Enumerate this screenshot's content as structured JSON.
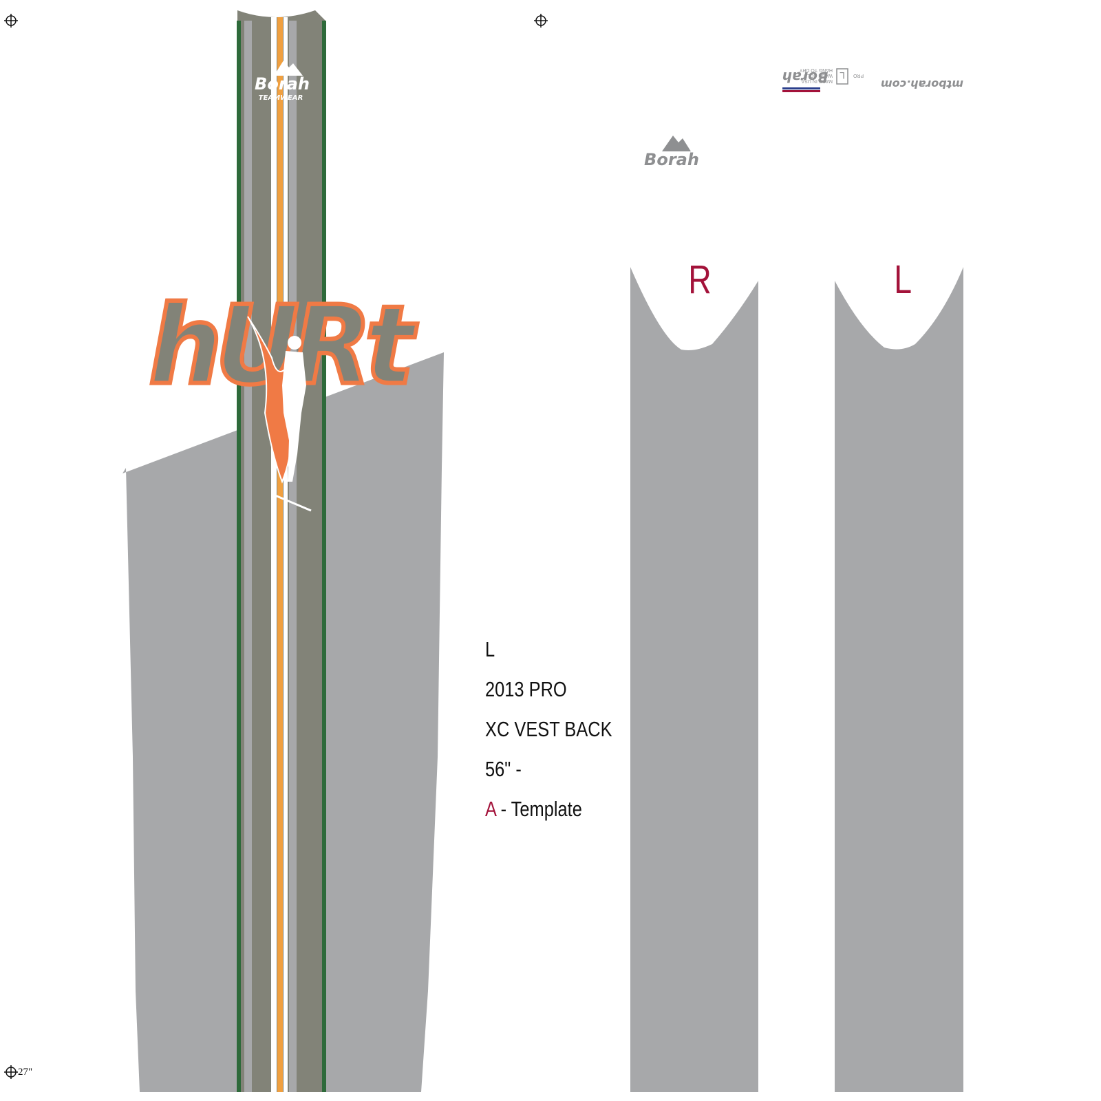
{
  "spec_sheet": {
    "size": "L",
    "model": "2013 PRO",
    "garment": "XC VEST BACK",
    "length": "56\" -",
    "variant_letter": "A",
    "variant_suffix": " - Template"
  },
  "panels": {
    "right_label": "R",
    "left_label": "L"
  },
  "branding": {
    "brand": "Borah",
    "teamwear": "TEAMWEAR",
    "team_logo": "hURt",
    "website": "mtborah.com",
    "care_label_lines": [
      "MADE IN USA",
      "WASH COLD",
      "HANG TO DRY"
    ],
    "care_label_size": "L",
    "care_label_tag": "PRO"
  },
  "print_marks": {
    "width_note": "27\""
  },
  "colors": {
    "panel_gray": "#a7a8aa",
    "stripe_dark_gray": "#828378",
    "stripe_green": "#2e6a3a",
    "stripe_orange": "#f0a040",
    "team_orange": "#f07a45",
    "label_red": "#a3123a"
  },
  "icons": [
    "registration-mark-icon",
    "mountain-peak-icon",
    "skier-silhouette-icon"
  ]
}
